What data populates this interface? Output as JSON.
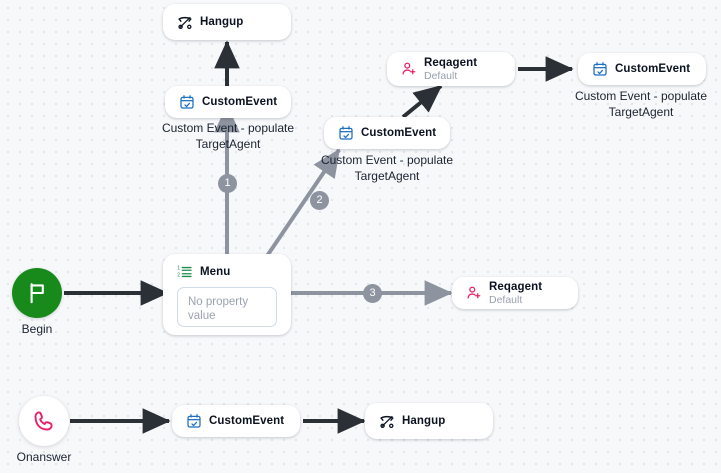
{
  "canvas": {
    "background_color": "#f7f8fa",
    "dot_color": "#e2e5ea",
    "edge_dark_color": "#2b2f36",
    "edge_gray_color": "#8d94a0",
    "badge_color": "#8d94a0"
  },
  "start_nodes": [
    {
      "id": "begin",
      "label": "Begin",
      "icon": "flag-icon",
      "color": "#188a1c"
    },
    {
      "id": "onanswer",
      "label": "Onanswer",
      "icon": "phone-icon",
      "color": "#e8206c"
    }
  ],
  "nodes": [
    {
      "id": "hangup-top",
      "title": "Hangup",
      "subtitle": "",
      "icon": "hangup-icon"
    },
    {
      "id": "customevent-1",
      "title": "CustomEvent",
      "subtitle": "",
      "icon": "calendar-check-icon"
    },
    {
      "id": "customevent-2",
      "title": "CustomEvent",
      "subtitle": "",
      "icon": "calendar-check-icon"
    },
    {
      "id": "reqagent-1",
      "title": "Reqagent",
      "subtitle": "Default",
      "icon": "add-person-icon"
    },
    {
      "id": "customevent-3",
      "title": "CustomEvent",
      "subtitle": "",
      "icon": "calendar-check-icon"
    },
    {
      "id": "menu",
      "title": "Menu",
      "subtitle": "",
      "icon": "numbered-list-icon"
    },
    {
      "id": "reqagent-2",
      "title": "Reqagent",
      "subtitle": "Default",
      "icon": "add-person-icon"
    },
    {
      "id": "customevent-4",
      "title": "CustomEvent",
      "subtitle": "",
      "icon": "calendar-check-icon"
    },
    {
      "id": "hangup-bottom",
      "title": "Hangup",
      "subtitle": "",
      "icon": "hangup-icon"
    }
  ],
  "menu_node": {
    "title": "Menu",
    "property_placeholder": "No property value"
  },
  "captions": [
    {
      "id": "caption-1",
      "text": "Custom Event - populate TargetAgent"
    },
    {
      "id": "caption-2",
      "text": "Custom Event - populate TargetAgent"
    },
    {
      "id": "caption-3",
      "text": "Custom Event - populate TargetAgent"
    }
  ],
  "edge_badges": [
    {
      "id": "badge-1",
      "label": "1"
    },
    {
      "id": "badge-2",
      "label": "2"
    },
    {
      "id": "badge-3",
      "label": "3"
    }
  ]
}
